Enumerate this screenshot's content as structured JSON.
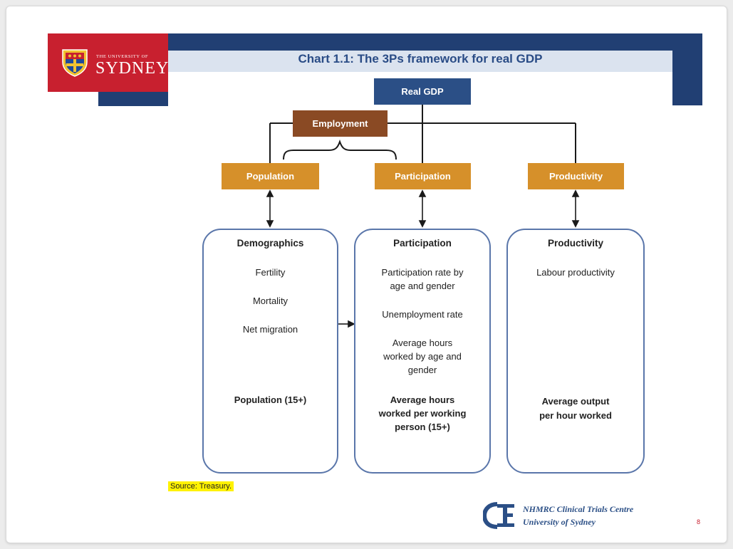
{
  "logo": {
    "small_text": "THE UNIVERSITY OF",
    "big_text": "SYDNEY"
  },
  "title": "Chart 1.1: The 3Ps framework for real GDP",
  "nodes": {
    "real_gdp": "Real GDP",
    "employment": "Employment",
    "population": "Population",
    "participation": "Participation",
    "productivity": "Productivity"
  },
  "panels": {
    "demographics": {
      "heading": "Demographics",
      "items": [
        "Fertility",
        "Mortality",
        "Net migration"
      ],
      "result": "Population (15+)"
    },
    "participation": {
      "heading": "Participation",
      "items": [
        [
          "Participation rate by",
          "age and gender"
        ],
        [
          "Unemployment rate"
        ],
        [
          "Average hours",
          "worked by age and",
          "gender"
        ]
      ],
      "result": [
        "Average hours",
        "worked per working",
        "person (15+)"
      ]
    },
    "productivity": {
      "heading": "Productivity",
      "items": [
        "Labour productivity"
      ],
      "result": [
        "Average output",
        "per hour worked"
      ]
    }
  },
  "source": "Source: Treasury.",
  "footer": {
    "line1": "NHMRC Clinical Trials Centre",
    "line2": "University of Sydney",
    "page_number": "8"
  },
  "colors": {
    "navy": "#213f73",
    "red": "#c8202f",
    "orange": "#d6902a",
    "brown": "#8a4a24",
    "panel_border": "#5a76aa",
    "highlight": "#fff200"
  }
}
